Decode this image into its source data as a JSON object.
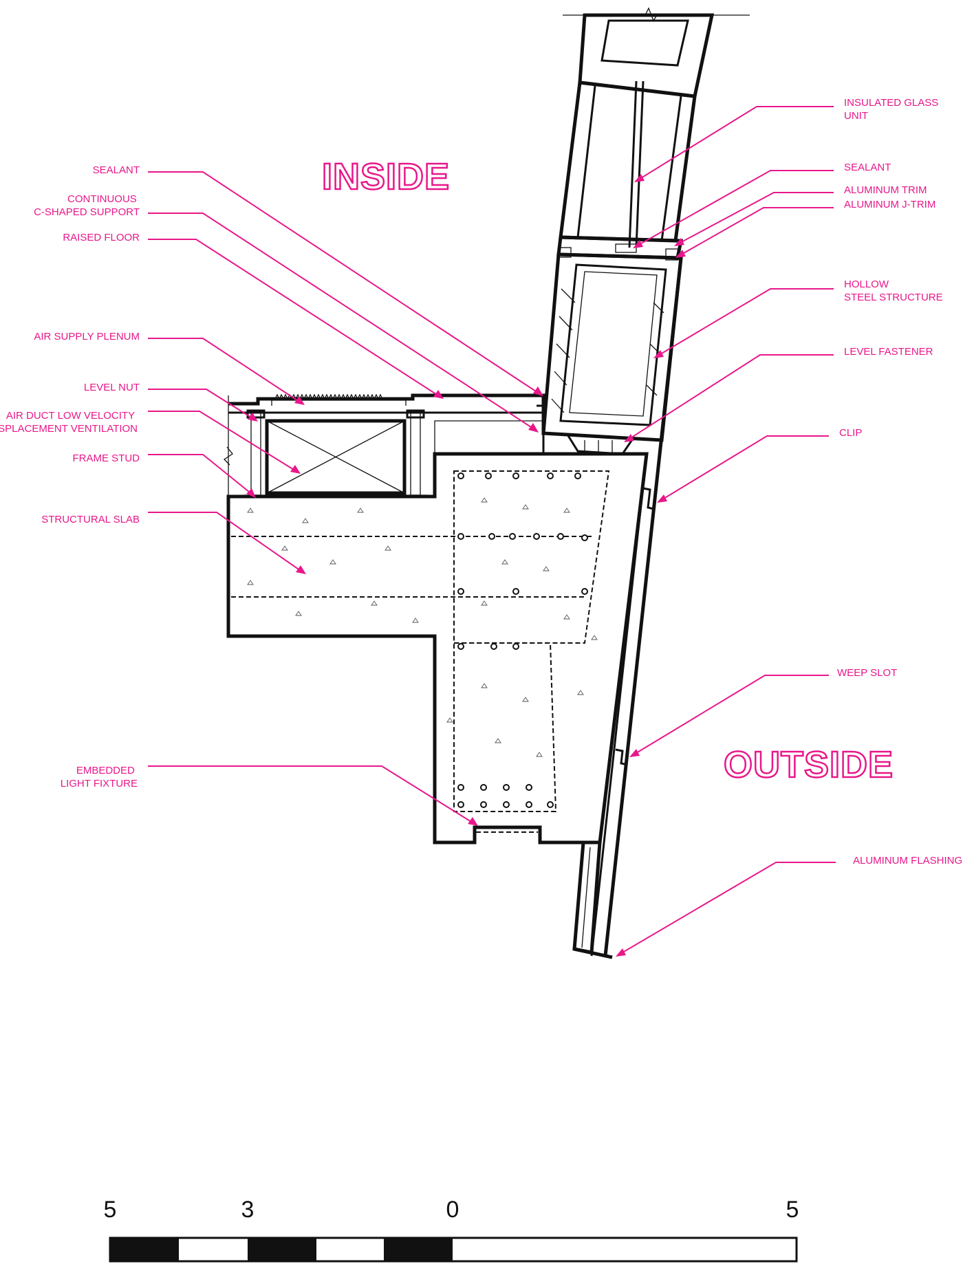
{
  "zones": {
    "inside": "INSIDE",
    "outside": "OUTSIDE"
  },
  "callouts_left": [
    {
      "id": "sealant",
      "lines": [
        "SEALANT"
      ]
    },
    {
      "id": "c-support",
      "lines": [
        "CONTINUOUS",
        "C-SHAPED SUPPORT"
      ]
    },
    {
      "id": "raised-floor",
      "lines": [
        "RAISED FLOOR"
      ]
    },
    {
      "id": "plenum",
      "lines": [
        "AIR SUPPLY PLENUM"
      ]
    },
    {
      "id": "level-nut",
      "lines": [
        "LEVEL NUT"
      ]
    },
    {
      "id": "air-duct",
      "lines": [
        "AIR DUCT LOW VELOCITY",
        "DISPLACEMENT VENTILATION"
      ]
    },
    {
      "id": "frame-stud",
      "lines": [
        "FRAME STUD"
      ]
    },
    {
      "id": "slab",
      "lines": [
        "STRUCTURAL SLAB"
      ]
    },
    {
      "id": "light",
      "lines": [
        "EMBEDDED",
        "LIGHT FIXTURE"
      ]
    }
  ],
  "callouts_right": [
    {
      "id": "igu",
      "lines": [
        "INSULATED GLASS",
        "UNIT"
      ]
    },
    {
      "id": "sealant-r",
      "lines": [
        "SEALANT"
      ]
    },
    {
      "id": "al-trim",
      "lines": [
        "ALUMINUM TRIM"
      ]
    },
    {
      "id": "j-trim",
      "lines": [
        "ALUMINUM J-TRIM"
      ]
    },
    {
      "id": "hss",
      "lines": [
        "HOLLOW",
        "STEEL STRUCTURE"
      ]
    },
    {
      "id": "fastener",
      "lines": [
        "LEVEL FASTENER"
      ]
    },
    {
      "id": "clip",
      "lines": [
        "CLIP"
      ]
    },
    {
      "id": "weep",
      "lines": [
        "WEEP SLOT"
      ]
    },
    {
      "id": "flashing",
      "lines": [
        "ALUMINUM FLASHING"
      ]
    }
  ],
  "scale_bar": {
    "labels": [
      "5",
      "3",
      "0",
      "5"
    ]
  },
  "colors": {
    "annotation": "#e8178a",
    "linework": "#111111"
  }
}
